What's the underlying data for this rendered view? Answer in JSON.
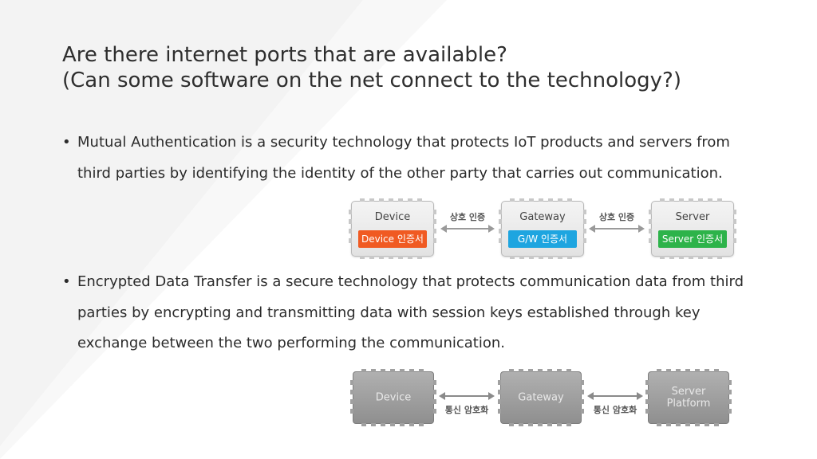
{
  "slide": {
    "title_line1": "Are there internet ports that are available?",
    "title_line2": "(Can some software on the net connect to the technology?)",
    "bullets": [
      {
        "marker": "•",
        "text": "Mutual Authentication is a security technology that protects IoT products and servers from third parties by identifying the identity of the other party that carries out communication."
      },
      {
        "marker": "•",
        "text": "Encrypted Data Transfer is a secure technology that protects communication data from third parties by encrypting and transmitting data with session keys established through key exchange between the two performing the communication."
      }
    ]
  },
  "auth_diagram": {
    "nodes": [
      {
        "name": "Device",
        "cert": "Device 인증서",
        "cert_color": "#f05a22"
      },
      {
        "name": "Gateway",
        "cert": "G/W 인증서",
        "cert_color": "#1ea5e0"
      },
      {
        "name": "Server",
        "cert": "Server 인증서",
        "cert_color": "#2db34a"
      }
    ],
    "link_labels": [
      "상호 인증",
      "상호 인증"
    ]
  },
  "encrypt_diagram": {
    "nodes": [
      {
        "name": "Device"
      },
      {
        "name": "Gateway"
      },
      {
        "name": "Server Platform"
      }
    ],
    "link_labels": [
      "통신 암호화",
      "통신 암호화"
    ]
  },
  "colors": {
    "background": "#ffffff",
    "background_shape": "#f2f2f2",
    "text": "#2b2b2b"
  }
}
